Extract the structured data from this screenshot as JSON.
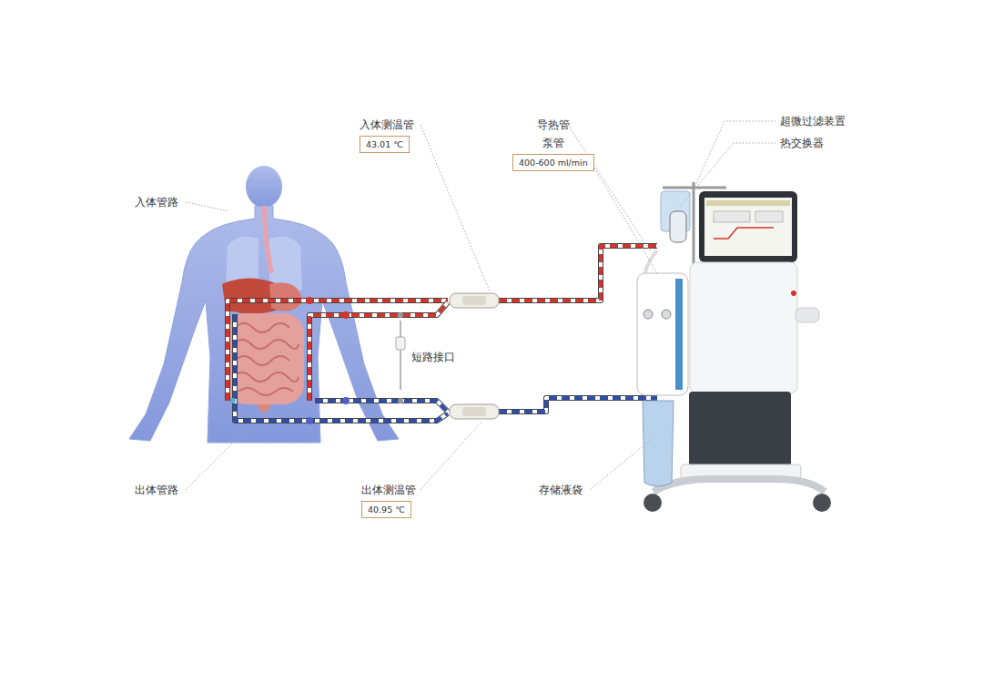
{
  "diagram": {
    "nodes": [
      {
        "text": [
          "入体测温管",
          "43.01 ℃"
        ]
      },
      {
        "text": [
          "泵管",
          "400-600 ml/min"
        ]
      },
      {
        "text": [
          "出体测温管",
          "40.95 ℃"
        ]
      }
    ],
    "labels": [
      "入体管路",
      "短路接口",
      "出体管路",
      "导热管",
      "超微过滤装置",
      "热交换器",
      "存储液袋"
    ]
  }
}
